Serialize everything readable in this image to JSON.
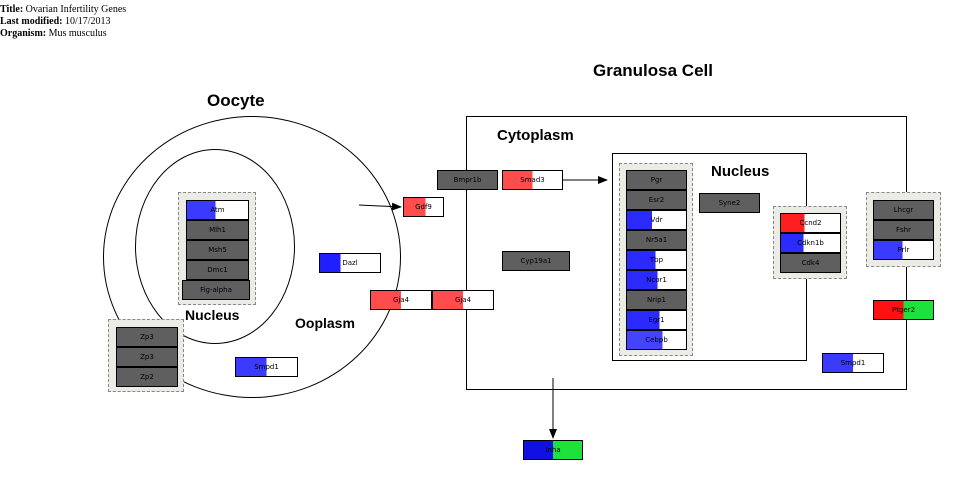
{
  "meta": {
    "title_label": "Title:",
    "title": "Ovarian Infertility Genes",
    "modified_label": "Last modified:",
    "modified": "10/17/2013",
    "organism_label": "Organism:",
    "organism": "Mus musculus"
  },
  "labels": {
    "granulosa": "Granulosa Cell",
    "oocyte": "Oocyte",
    "cytoplasm": "Cytoplasm",
    "gc_nucleus": "Nucleus",
    "oo_nucleus": "Nucleus",
    "ooplasm": "Ooplasm"
  },
  "colors": {
    "gray": "#5f5f5f",
    "blue": "#2b2bff",
    "red": "#ff3b3b",
    "green": "#1de23a",
    "white": "#ffffff"
  },
  "genes": {
    "atm": "Atm",
    "mlh1": "Mlh1",
    "msh5": "Msh5",
    "dmc1": "Dmc1",
    "figalpha": "Fig-alpha",
    "dazl": "Dazl",
    "zp3a": "Zp3",
    "zp3b": "Zp3",
    "zp2": "Zp2",
    "smpd1a": "Smpd1",
    "gja4a": "Gja4",
    "gja4b": "Gja4",
    "gdf9": "Gdf9",
    "bmpr1b": "Bmpr1b",
    "smad3": "Smad3",
    "cyp19a1": "Cyp19a1",
    "pgr": "Pgr",
    "esr2": "Esr2",
    "vdr": "Vdr",
    "nr5a1": "Nr5a1",
    "tbp": "Tbp",
    "ncor1": "Ncor1",
    "nrip1": "Nrip1",
    "egr1": "Egr1",
    "cebpb": "Cebpb",
    "syne2": "Syne2",
    "ccnd2": "Ccnd2",
    "cdkn1b": "Cdkn1b",
    "cdk4": "Cdk4",
    "lhcgr": "Lhcgr",
    "fshr": "Fshr",
    "prlr": "Prlr",
    "ptger2": "Ptger2",
    "smpd1b": "Smpd1",
    "inha": "Inha"
  }
}
